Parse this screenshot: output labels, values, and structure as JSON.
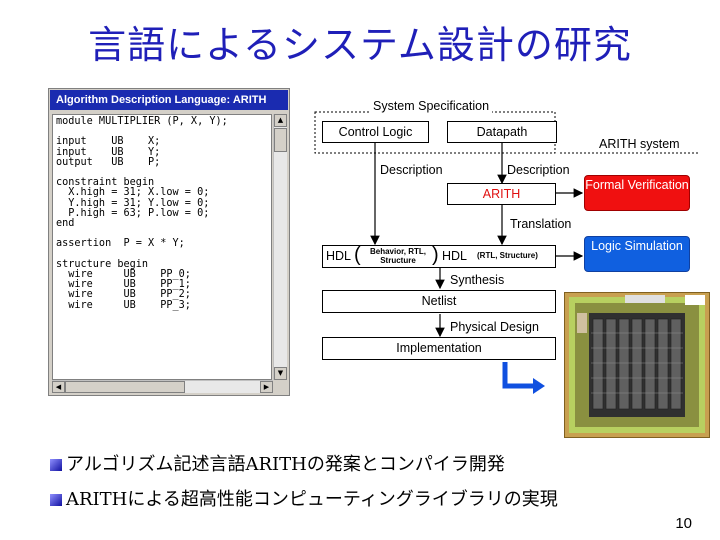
{
  "title": "言語によるシステム設計の研究",
  "code_window": {
    "header": "Algorithm Description Language: ARITH",
    "code": "module MULTIPLIER (P, X, Y);\n\ninput    UB    X;\ninput    UB    Y;\noutput   UB    P;\n\nconstraint begin\n  X.high = 31; X.low = 0;\n  Y.high = 31; Y.low = 0;\n  P.high = 63; P.low = 0;\nend\n\nassertion  P = X * Y;\n\nstructure begin\n  wire     UB    PP_0;\n  wire     UB    PP_1;\n  wire     UB    PP_2;\n  wire     UB    PP_3;"
  },
  "diagram": {
    "system_spec": "System Specification",
    "control_logic": "Control Logic",
    "datapath": "Datapath",
    "description_left": "Description",
    "description_right": "Description",
    "arith_system": "ARITH system",
    "arith": "ARITH",
    "formal_verification": "Formal Verification",
    "translation": "Translation",
    "hdl_left": "HDL",
    "hdl_left_note": "Behavior, RTL, Structure",
    "hdl_right": "HDL",
    "hdl_right_note": "(RTL, Structure)",
    "logic_simulation": "Logic Simulation",
    "synthesis": "Synthesis",
    "netlist": "Netlist",
    "physical_design": "Physical Design",
    "implementation": "Implementation",
    "colors": {
      "red_box": "#f01010",
      "blue_box": "#1060e0"
    }
  },
  "bullets": [
    "アルゴリズム記述言語ARITHの発案とコンパイラ開発",
    "ARITHによる超高性能コンピューティングライブラリの実現"
  ],
  "page_number": "10"
}
